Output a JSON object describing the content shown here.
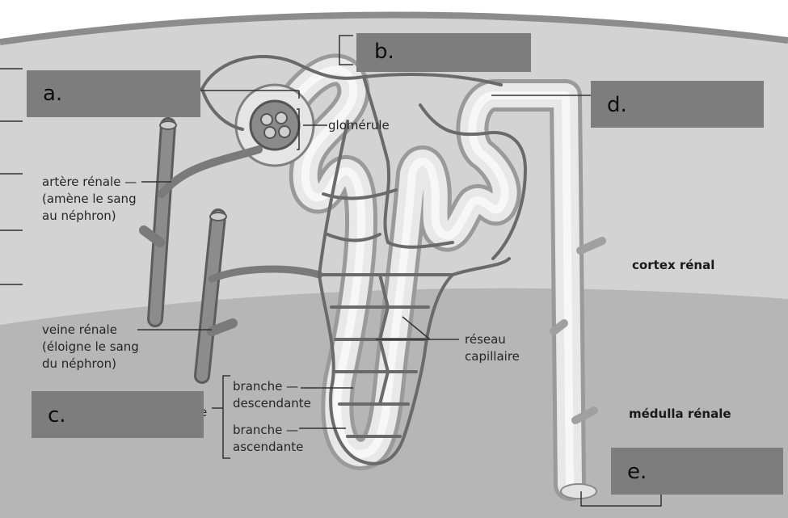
{
  "labels": {
    "glomerule": "glomérule",
    "artere": [
      "artère rénale —",
      "(amène le sang",
      "au néphron)"
    ],
    "veine": [
      "veine rénale",
      "(éloigne le sang",
      "du néphron)"
    ],
    "branche_desc": [
      "branche —",
      "descendante"
    ],
    "branche_asc": [
      "branche —",
      "ascendante"
    ],
    "reseau": [
      "réseau",
      "capillaire"
    ],
    "cortex": "cortex rénal",
    "medulla": "médulla rénale",
    "hidden_partial": "e"
  },
  "boxes": {
    "a": "a.",
    "b": "b.",
    "c": "c.",
    "d": "d.",
    "e": "e."
  },
  "colors": {
    "cortex": "#d2d2d2",
    "medulla": "#b4b4b4",
    "answer_box": "#7d7d7d",
    "vessel": "#6f6f6f",
    "tubule": "#e6e6e6"
  }
}
